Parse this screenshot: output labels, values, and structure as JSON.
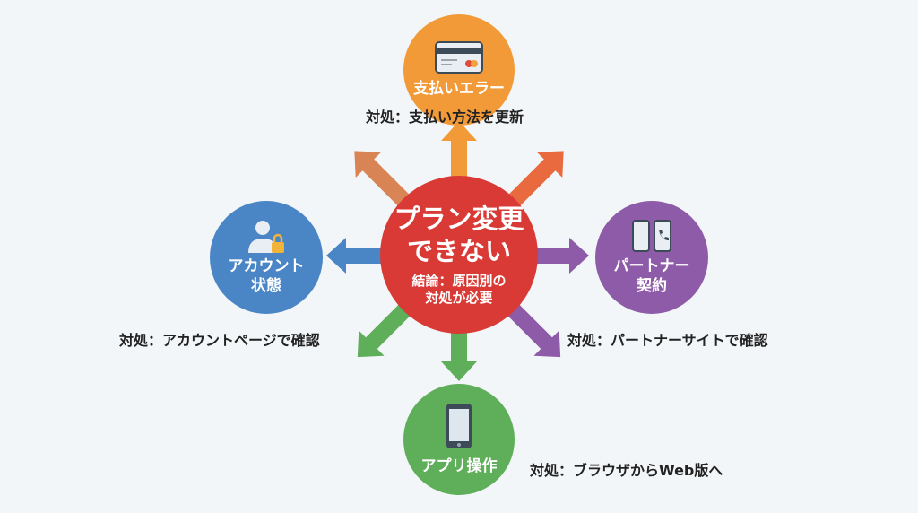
{
  "center": {
    "title_line1": "プラン変更",
    "title_line2": "できない",
    "sub_line1": "結論：原因別の",
    "sub_line2": "対処が必要",
    "color": "#D93A35"
  },
  "nodes": {
    "payment": {
      "label": "支払いエラー",
      "note": "対処：支払い方法を更新",
      "icon": "credit-card-icon",
      "color": "#F29A38"
    },
    "account": {
      "label_line1": "アカウント",
      "label_line2": "状態",
      "note": "対処：アカウントページで確認",
      "icon": "user-lock-icon",
      "color": "#4A86C5"
    },
    "partner": {
      "label_line1": "パートナー",
      "label_line2": "契約",
      "note": "対処：パートナーサイトで確認",
      "icon": "phones-icon",
      "color": "#8E5BA8"
    },
    "app": {
      "label": "アプリ操作",
      "note": "対処：ブラウザからWeb版へ",
      "icon": "smartphone-icon",
      "color": "#5FAE5A"
    }
  }
}
